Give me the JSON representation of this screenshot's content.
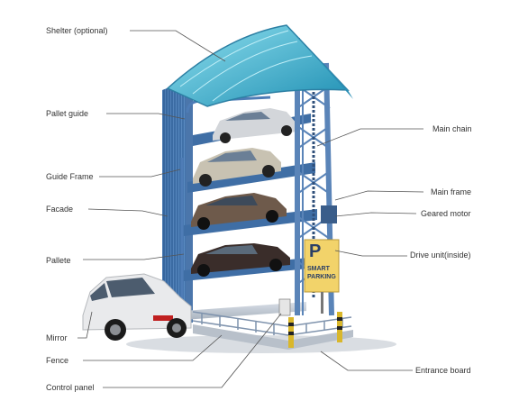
{
  "labels": {
    "shelter": "Shelter (optional)",
    "pallet_guide": "Pallet guide",
    "guide_frame": "Guide Frame",
    "facade": "Facade",
    "pallete": "Pallete",
    "mirror": "Mirror",
    "fence": "Fence",
    "control_panel": "Control panel",
    "main_chain": "Main chain",
    "main_frame": "Main frame",
    "geared_motor": "Geared motor",
    "drive_unit": "Drive unit(inside)",
    "entrance_board": "Entrance board"
  },
  "sign": {
    "letter": "P",
    "line1": "SMART",
    "line2": "PARKING"
  },
  "colors": {
    "frame": "#5a84b8",
    "frame_dark": "#2f4f7a",
    "facade": "#3d6ea8",
    "roof": "#3aa8c8",
    "sign_bg": "#f2d36a",
    "leader": "#555555",
    "text": "#333333"
  }
}
